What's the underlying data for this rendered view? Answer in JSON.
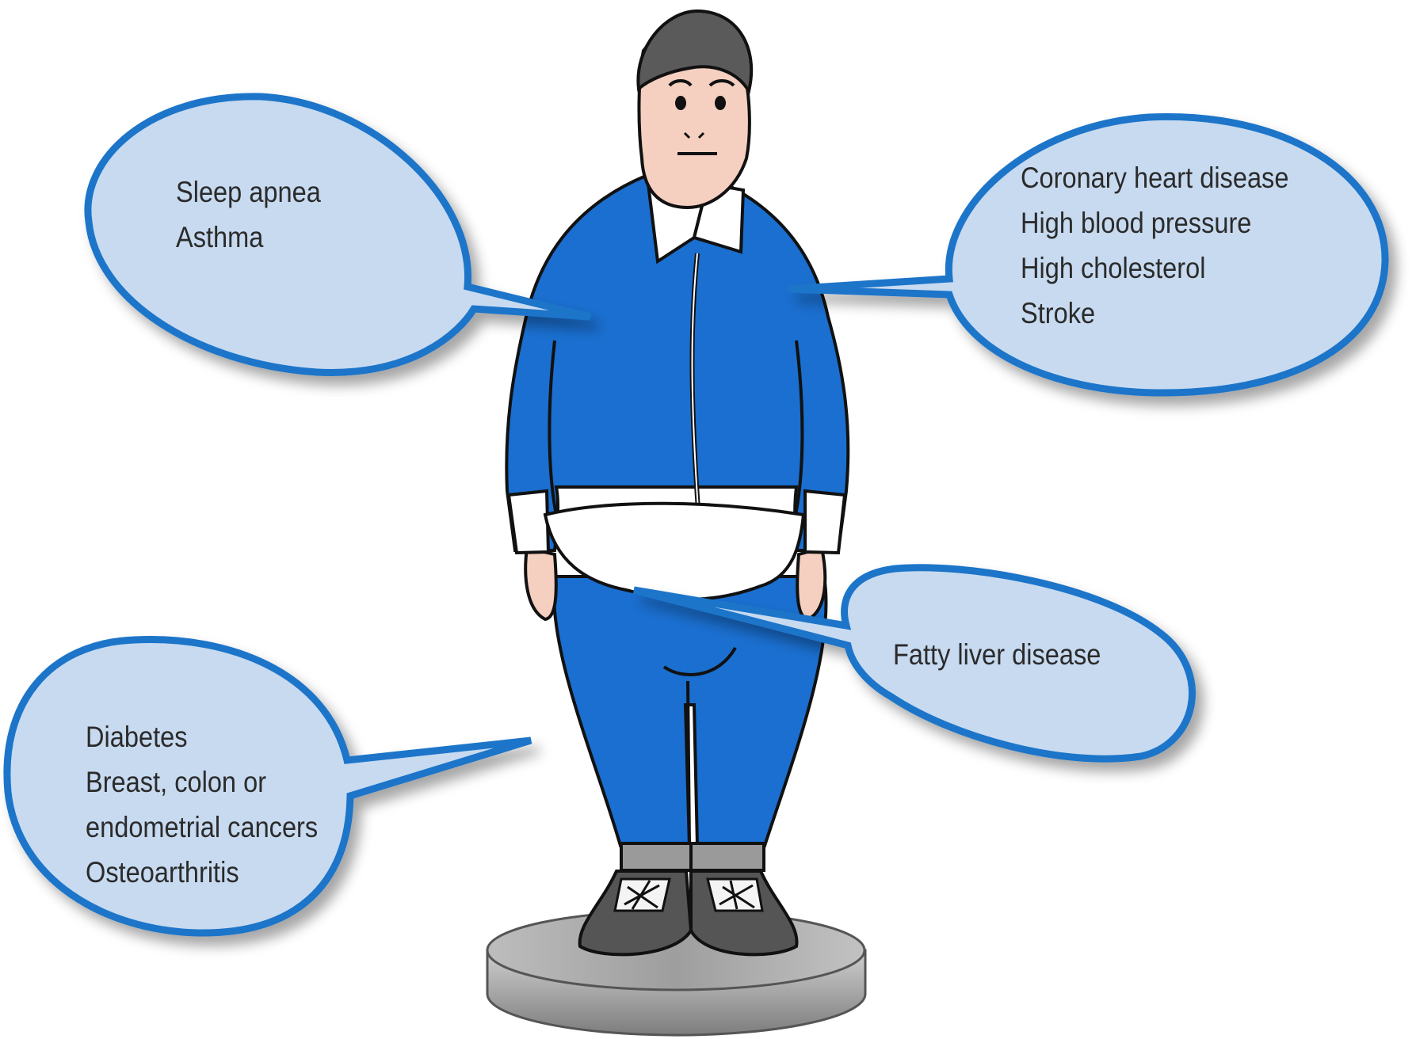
{
  "colors": {
    "bubble_fill": "#c7daf0",
    "bubble_stroke": "#1f74c9",
    "suit": "#1a6fd0",
    "skin": "#f5cfc0",
    "hair": "#5a5a5a",
    "platform": "#a9a9a9",
    "shoe": "#555555",
    "outline": "#111111",
    "text": "#2b2b2b"
  },
  "callouts": {
    "sleep": [
      "Sleep apnea",
      "Asthma"
    ],
    "heart": [
      "Coronary heart disease",
      "High blood pressure",
      "High cholesterol",
      "Stroke"
    ],
    "liver": [
      "Fatty liver disease"
    ],
    "diabetes": [
      "Diabetes",
      "Breast, colon or",
      "endometrial cancers",
      "Osteoarthritis"
    ]
  }
}
